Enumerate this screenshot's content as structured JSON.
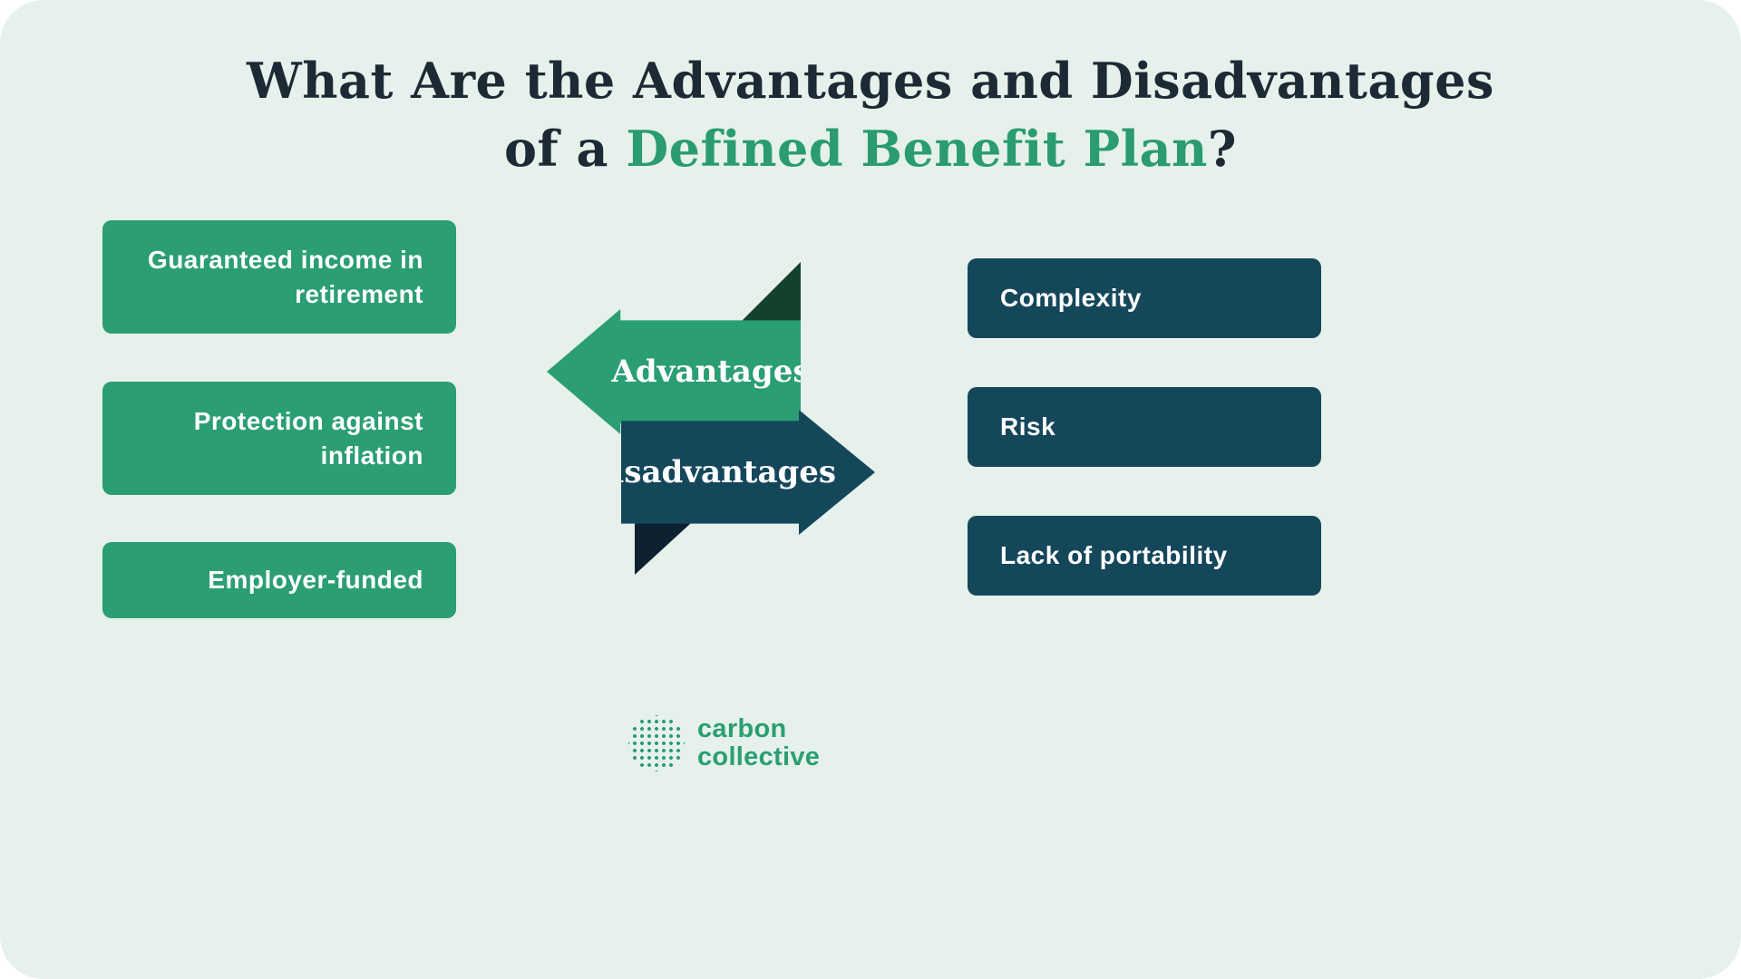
{
  "colors": {
    "background": "#e6f1ec",
    "green": "#2b9e74",
    "navy": "#15475b",
    "fold_dark_green": "#14402e",
    "fold_dark_navy": "#0e2130",
    "title_dark": "#1c2a35",
    "text_on_boxes": "#ffffff"
  },
  "title": {
    "line1": "What Are the Advantages and Disadvantages",
    "line2_prefix": "of a ",
    "line2_highlight": "Defined Benefit Plan",
    "line2_suffix": "?"
  },
  "advantages": {
    "arrow_label": "Advantages",
    "items": [
      "Guaranteed income in retirement",
      "Protection against inflation",
      "Employer-funded"
    ]
  },
  "disadvantages": {
    "arrow_label": "Disadvantages",
    "items": [
      "Complexity",
      "Risk",
      "Lack of portability"
    ]
  },
  "footer": {
    "brand_line1": "carbon",
    "brand_line2": "collective"
  }
}
